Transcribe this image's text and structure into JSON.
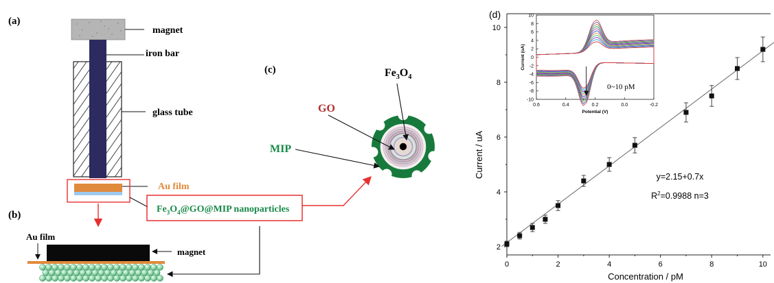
{
  "panel_labels": {
    "a": "(a)",
    "b": "(b)",
    "c": "(c)",
    "d": "(d)"
  },
  "schematic": {
    "magnet": "magnet",
    "iron_bar": "iron bar",
    "glass_tube": "glass tube",
    "au_film": "Au film",
    "nanoparticles_prefix": "Fe",
    "nanoparticles_sub1": "3",
    "nanoparticles_mid": "O",
    "nanoparticles_sub2": "4",
    "nanoparticles_suffix": "@GO@MIP nanoparticles"
  },
  "detail_b": {
    "au_film": "Au film",
    "magnet": "magnet"
  },
  "particle": {
    "fe_main": "Fe",
    "fe_sub1": "3",
    "fe_o": "O",
    "fe_sub2": "4",
    "go": "GO",
    "mip": "MIP"
  },
  "colors": {
    "magnet_block": "#b5b5b5",
    "iron_bar": "#2c2a5e",
    "glass_hatch": "#333333",
    "au_film": "#e08a3c",
    "nanoparticle_layer": "#9cc9ef",
    "highlight_box": "#e83030",
    "mip_green": "#1a8a4a",
    "particle_green": "#177a3c",
    "go_red": "#b03030",
    "bead_green": "#8fd3a8",
    "inset_series": [
      "#e03030",
      "#30a0e0",
      "#8040c0",
      "#40c080",
      "#e09030",
      "#3050d0",
      "#c040a0",
      "#209090",
      "#a0a030",
      "#6060c0",
      "#d06060"
    ]
  },
  "chart_data": [
    {
      "type": "scatter",
      "title": "",
      "xlabel": "Concentration / pM",
      "ylabel": "Current / uA",
      "xlim": [
        0,
        10.3
      ],
      "ylim": [
        1.7,
        10.5
      ],
      "xticks": [
        0,
        2,
        4,
        6,
        8,
        10
      ],
      "yticks": [
        2,
        4,
        6,
        8,
        10
      ],
      "x": [
        0,
        0.5,
        1,
        1.5,
        2,
        3,
        4,
        5,
        7,
        8,
        9,
        10
      ],
      "y": [
        2.1,
        2.4,
        2.7,
        3.0,
        3.5,
        4.4,
        5.0,
        5.7,
        6.9,
        7.5,
        8.5,
        9.2
      ],
      "error": [
        0.1,
        0.12,
        0.15,
        0.15,
        0.18,
        0.2,
        0.25,
        0.28,
        0.35,
        0.38,
        0.4,
        0.45
      ],
      "fit_line": {
        "slope": 0.7,
        "intercept": 2.15,
        "x_range": [
          -0.2,
          10.5
        ]
      },
      "annotations": {
        "equation": "y=2.15+0.7x",
        "r2_prefix": "R",
        "r2_sup": "2",
        "r2_suffix": "=0.9988 n=3"
      },
      "grid": false,
      "legend": "none"
    },
    {
      "type": "line",
      "title": "",
      "xlabel": "Potential (V)",
      "ylabel": "Current (uA)",
      "xlim": [
        0.6,
        -0.2
      ],
      "ylim": [
        -10,
        10
      ],
      "xticks": [
        "0.6",
        "0.4",
        "0.2",
        "0.0",
        "-0.2"
      ],
      "yticks": [
        "10",
        "8",
        "6",
        "4",
        "2",
        "0",
        "-2",
        "-4",
        "-6",
        "-8",
        "-10"
      ],
      "series_count": 11,
      "ox_peak_potential": 0.2,
      "red_peak_potential": 0.27,
      "ox_peak_current_range": [
        2.5,
        7.5
      ],
      "red_peak_current_range": [
        -6,
        -10
      ],
      "annotation": "0~10 pM",
      "grid": false,
      "legend": "none"
    }
  ]
}
